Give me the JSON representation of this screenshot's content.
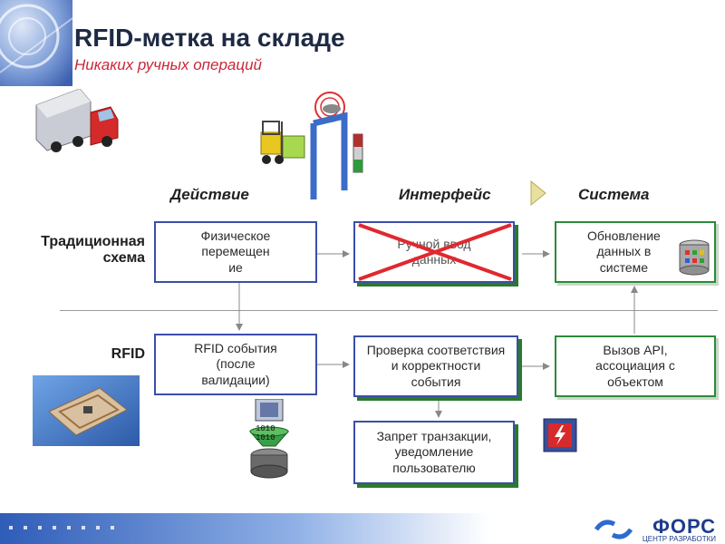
{
  "header": {
    "title": "RFID-метка на складе",
    "subtitle": "Никаких ручных операций"
  },
  "columns": {
    "action": "Действие",
    "interface": "Интерфейс",
    "system": "Система"
  },
  "rows": {
    "traditional_line1": "Традиционная",
    "traditional_line2": "схема",
    "rfid": "RFID"
  },
  "boxes": {
    "physical_line1": "Физическое",
    "physical_line2": "перемещен",
    "physical_line3": "ие",
    "manual_line1": "Ручной ввод",
    "manual_line2": "данных",
    "update_line1": "Обновление",
    "update_line2": "данных в",
    "update_line3": "системе",
    "events_line1": "RFID события",
    "events_line2": "(после",
    "events_line3": "валидации)",
    "check_line1": "Проверка соответствия",
    "check_line2": "и корректности",
    "check_line3": "события",
    "api_line1": "Вызов API,",
    "api_line2": "ассоциация с",
    "api_line3": "объектом",
    "deny_line1": "Запрет транзакции,",
    "deny_line2": "уведомление",
    "deny_line3": "пользователю"
  },
  "chip_label_1": "1010",
  "chip_label_2": "1010",
  "logo": {
    "name": "ФОРС",
    "tagline": "ЦЕНТР РАЗРАБОТКИ"
  },
  "colors": {
    "title": "#1e2a44",
    "subtitle": "#c8283a",
    "box_border": "#3a4fa8",
    "shadow_green": "#2b7a2b",
    "cross": "#e0282e"
  }
}
